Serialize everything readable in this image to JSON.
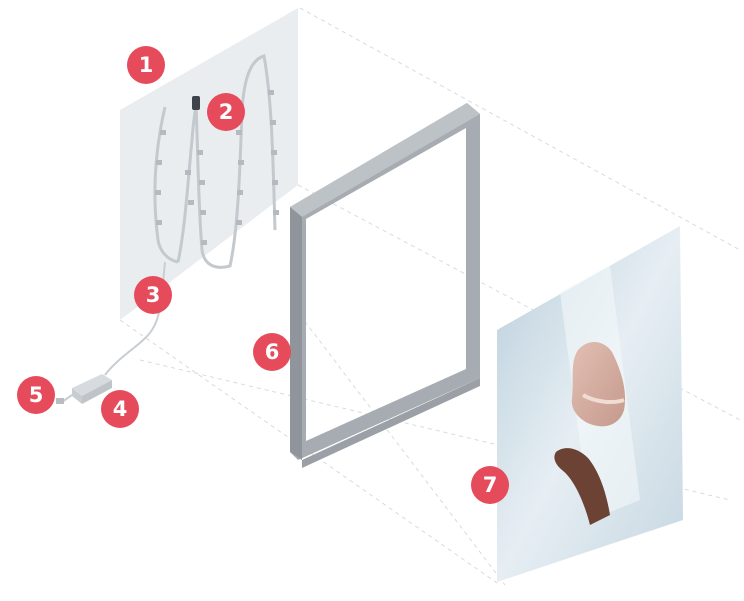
{
  "diagram": {
    "callouts": [
      {
        "number": "1",
        "part": "backing-panel"
      },
      {
        "number": "2",
        "part": "connector"
      },
      {
        "number": "3",
        "part": "power-cable"
      },
      {
        "number": "4",
        "part": "power-adapter"
      },
      {
        "number": "5",
        "part": "plug"
      },
      {
        "number": "6",
        "part": "aluminium-frame"
      },
      {
        "number": "7",
        "part": "printed-fabric-graphic"
      }
    ],
    "colors": {
      "badge": "#e64b5c",
      "panel": "#e9edf0",
      "frame": "#a5abb0",
      "led_strip": "#c9ced2",
      "guide_lines": "#d8dde1"
    }
  }
}
